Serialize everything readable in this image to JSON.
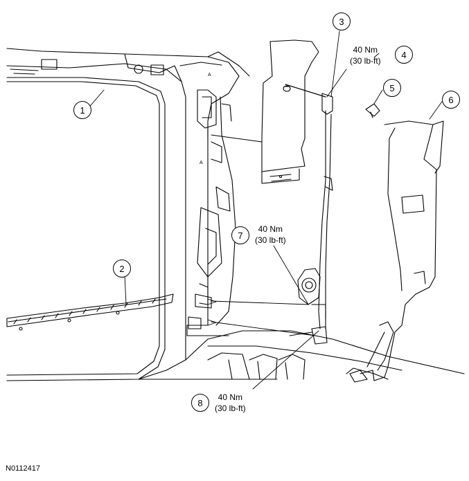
{
  "callouts": {
    "c1": "1",
    "c2": "2",
    "c3": "3",
    "c4": "4",
    "c5": "5",
    "c6": "6",
    "c7": "7",
    "c8": "8"
  },
  "torque_specs": {
    "t4": {
      "metric": "40 Nm",
      "imperial": "(30 lb-ft)"
    },
    "t7": {
      "metric": "40 Nm",
      "imperial": "(30 lb-ft)"
    },
    "t8": {
      "metric": "40 Nm",
      "imperial": "(30 lb-ft)"
    }
  },
  "figure_id": "N0112417"
}
